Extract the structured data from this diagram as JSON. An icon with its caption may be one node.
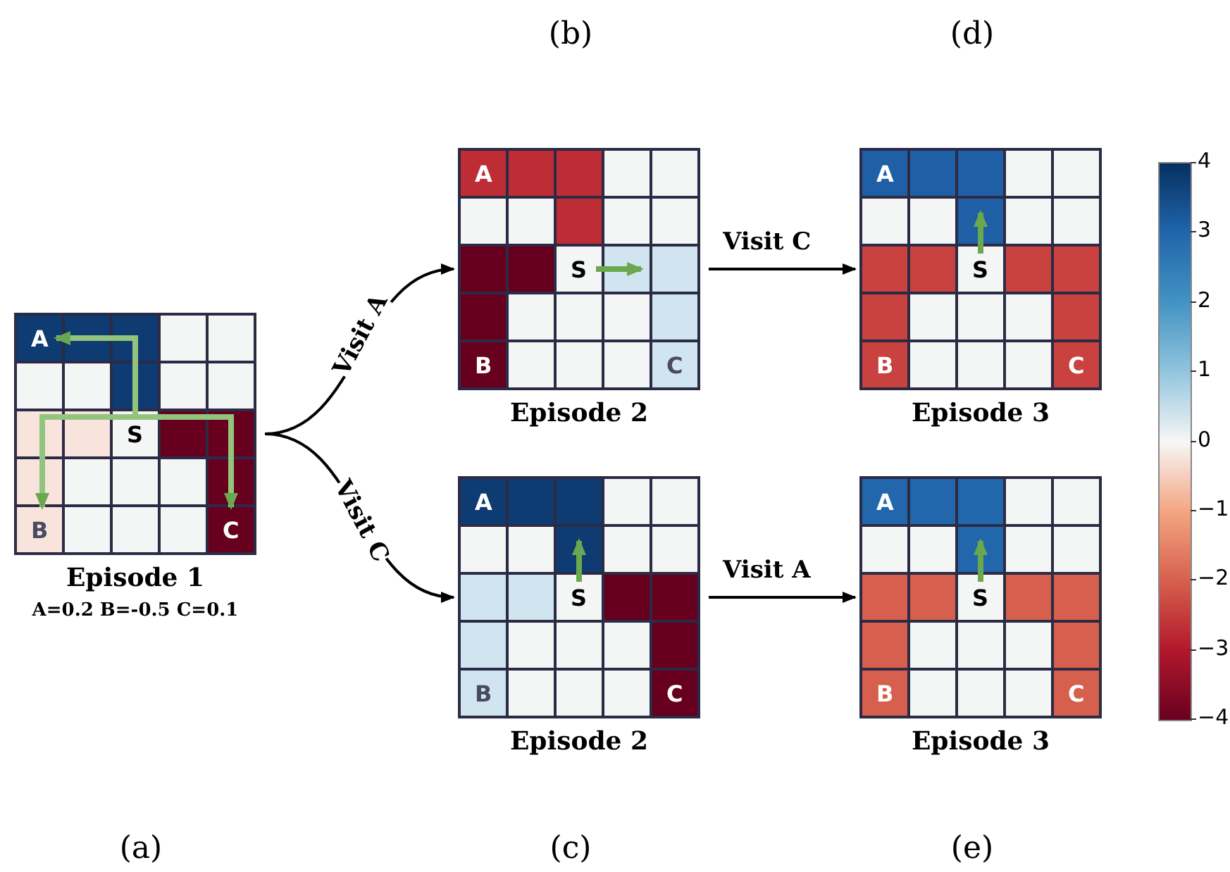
{
  "diagram": {
    "nodes": [
      {
        "text": [
          "A",
          "S",
          "B",
          "C"
        ],
        "beside": [
          "Episode 1",
          "A=0.2 B=-0.5 C=0.1"
        ]
      },
      {
        "text": [
          "A",
          "S",
          "B",
          "C"
        ],
        "beside": [
          "Episode 2"
        ]
      },
      {
        "text": [
          "A",
          "S",
          "B",
          "C"
        ],
        "beside": [
          "Episode 3"
        ]
      },
      {
        "text": [
          "A",
          "S",
          "B",
          "C"
        ],
        "beside": [
          "Episode 2"
        ]
      },
      {
        "text": [
          "A",
          "S",
          "B",
          "C"
        ],
        "beside": [
          "Episode 3"
        ]
      }
    ],
    "edges": [
      {
        "from": 0,
        "to": 1,
        "arrow": "to",
        "label": "Visit A"
      },
      {
        "from": 0,
        "to": 3,
        "arrow": "to",
        "label": "Visit C"
      },
      {
        "from": 1,
        "to": 2,
        "arrow": "to",
        "label": "Visit C"
      },
      {
        "from": 3,
        "to": 4,
        "arrow": "to",
        "label": "Visit A"
      }
    ],
    "labels": [
      "(b)",
      "(d)",
      "4",
      "3",
      "2",
      "1",
      "0",
      "−1",
      "−2",
      "−3",
      "−4",
      "(a)",
      "(c)",
      "(e)"
    ]
  }
}
